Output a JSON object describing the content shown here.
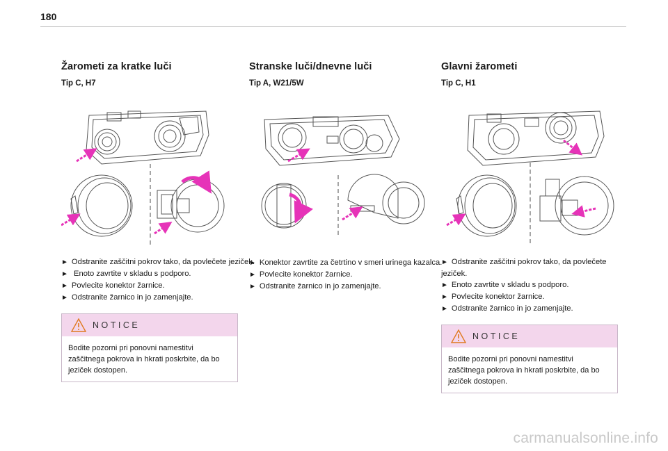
{
  "page": {
    "number": "180"
  },
  "sections": [
    {
      "title": "Žarometi za kratke luči",
      "subtitle": "Tip C, H7",
      "figure_icon": "low-beam-bulb-replacement-diagram",
      "steps": [
        "Odstranite zaščitni pokrov tako, da povlečete jeziček.",
        " Enoto zavrtite v skladu s podporo.",
        "Povlecite konektor žarnice.",
        "Odstranite žarnico in jo zamenjajte."
      ],
      "notice": {
        "title": "NOTICE",
        "text": "Bodite pozorni pri ponovni namestitvi zaščitnega pokrova in hkrati poskrbite, da bo jeziček dostopen."
      }
    },
    {
      "title": "Stranske luči/dnevne luči",
      "subtitle": "Tip A, W21/5W",
      "figure_icon": "side-light-bulb-replacement-diagram",
      "steps": [
        "Konektor zavrtite za četrtino v smeri urinega kazalca.",
        "Povlecite konektor žarnice.",
        "Odstranite žarnico in jo zamenjajte."
      ]
    },
    {
      "title": "Glavni žarometi",
      "subtitle": "Tip C, H1",
      "figure_icon": "high-beam-bulb-replacement-diagram",
      "steps": [
        "Odstranite zaščitni pokrov tako, da povlečete jeziček.",
        "Enoto zavrtite v skladu s podporo.",
        "Povlecite konektor žarnice.",
        "Odstranite žarnico in jo zamenjajte."
      ],
      "notice": {
        "title": "NOTICE",
        "text": "Bodite pozorni pri ponovni namestitvi zaščitnega pokrova in hkrati poskrbite, da bo jeziček dostopen."
      }
    }
  ],
  "bullet_glyph": "►",
  "watermark": "carmanualsonline.info",
  "colors": {
    "accent": "#e633b8",
    "notice_bg": "#f3d6ec",
    "line": "#555555"
  }
}
